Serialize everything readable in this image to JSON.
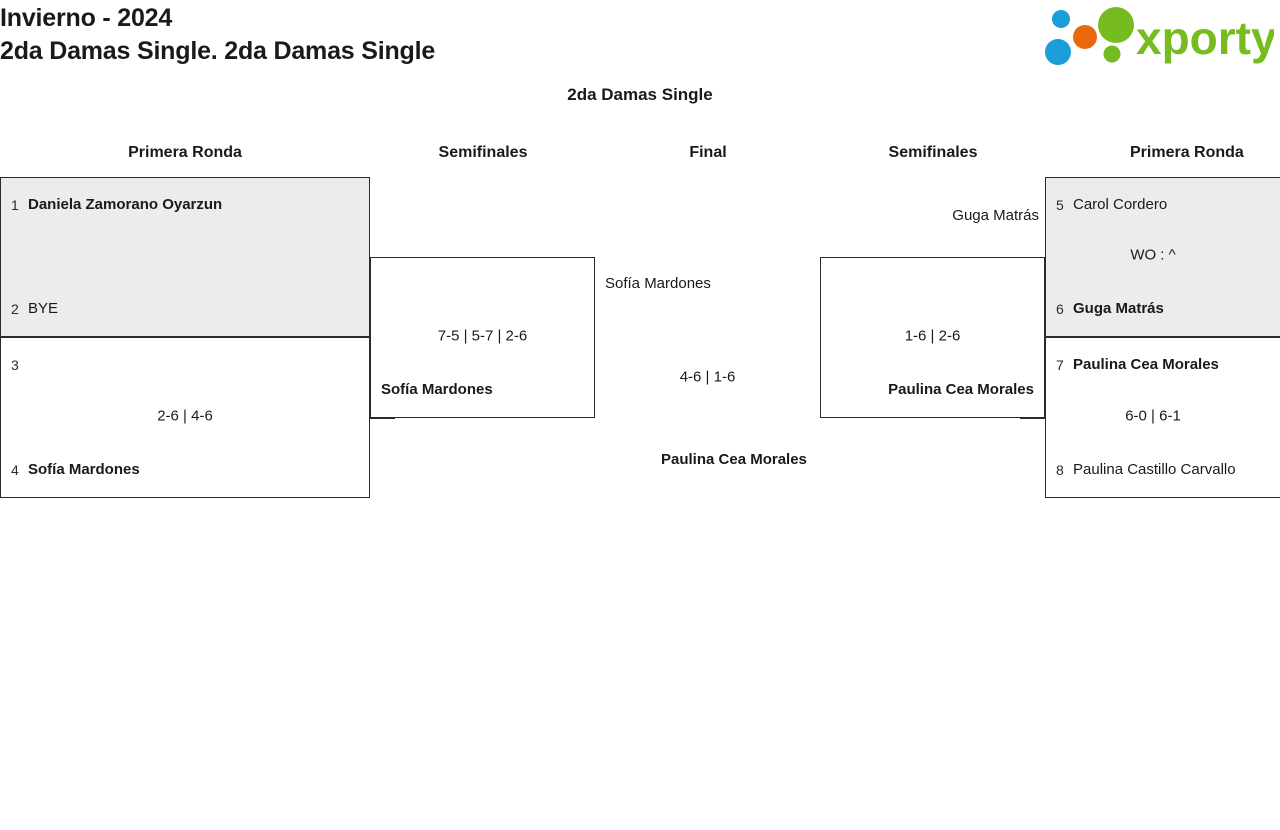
{
  "header": {
    "title_line1": "Invierno - 2024",
    "title_line2": "2da Damas Single. 2da Damas Single",
    "logo_text": "xporty",
    "logo_colors": {
      "green": "#76bc21",
      "blue": "#1b9dd9",
      "orange": "#e8690b"
    }
  },
  "bracket": {
    "title": "2da Damas Single",
    "rounds": [
      {
        "label": "Primera Ronda"
      },
      {
        "label": "Semifinales"
      },
      {
        "label": "Final"
      },
      {
        "label": "Semifinales"
      },
      {
        "label": "Primera Ronda"
      }
    ],
    "left_round1": [
      {
        "shaded": true,
        "top": {
          "seed": "1",
          "name": "Daniela Zamorano Oyarzun",
          "winner": true
        },
        "bottom": {
          "seed": "2",
          "name": "BYE",
          "winner": false
        },
        "score": ""
      },
      {
        "shaded": false,
        "top": {
          "seed": "3",
          "name": "",
          "winner": false
        },
        "bottom": {
          "seed": "4",
          "name": "Sofía Mardones",
          "winner": true
        },
        "score": "2-6 | 4-6"
      }
    ],
    "left_semifinal": {
      "top_name": "",
      "score": "7-5 | 5-7 | 2-6",
      "bottom_name": "Sofía Mardones",
      "bottom_winner": true
    },
    "final": {
      "top_name": "Sofía Mardones",
      "score": "4-6 | 1-6",
      "champion": "Paulina Cea Morales"
    },
    "right_semifinal": {
      "top_name": "Guga Matrás",
      "score": "1-6 | 2-6",
      "bottom_name": "Paulina Cea Morales",
      "bottom_winner": true
    },
    "right_round1": [
      {
        "shaded": true,
        "top": {
          "seed": "5",
          "name": "Carol Cordero",
          "winner": false
        },
        "bottom": {
          "seed": "6",
          "name": "Guga Matrás",
          "winner": true
        },
        "score": "WO : ^"
      },
      {
        "shaded": false,
        "top": {
          "seed": "7",
          "name": "Paulina Cea Morales",
          "winner": true
        },
        "bottom": {
          "seed": "8",
          "name": "Paulina Castillo Carvallo",
          "winner": false
        },
        "score": "6-0 | 6-1"
      }
    ]
  }
}
